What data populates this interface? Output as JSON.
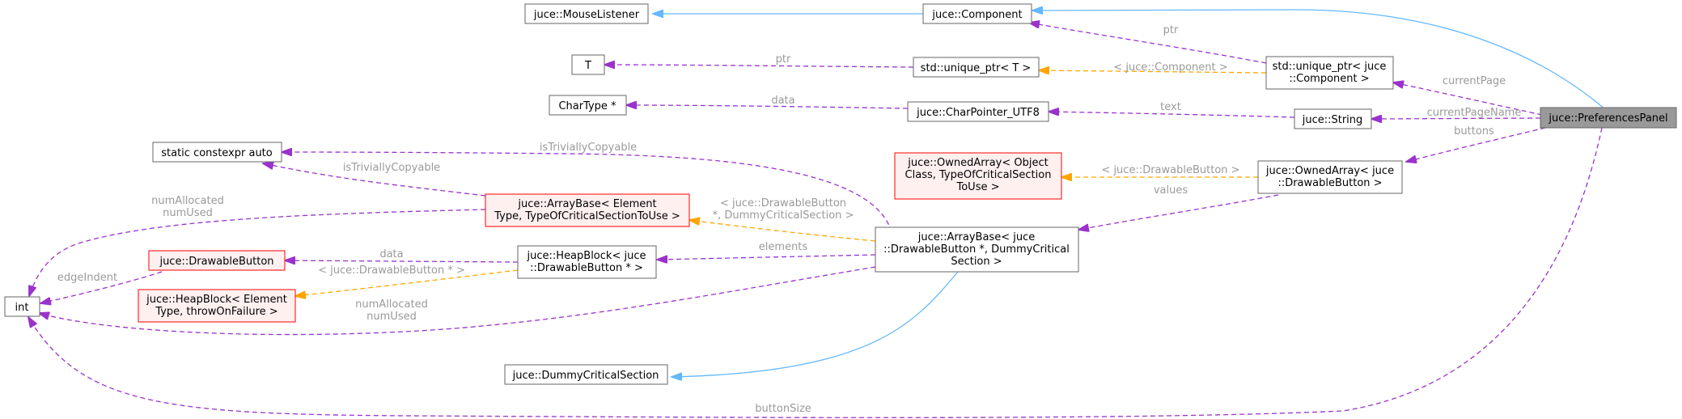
{
  "nodes": {
    "mouse_listener": "juce::MouseListener",
    "component": "juce::Component",
    "t": "T",
    "unique_ptr_t": "std::unique_ptr< T >",
    "unique_ptr_component": [
      "std::unique_ptr< juce",
      "::Component >"
    ],
    "chartype": "CharType *",
    "charpointer": "juce::CharPointer_UTF8",
    "string": "juce::String",
    "preferences_panel": "juce::PreferencesPanel",
    "constexpr_auto": "static constexpr auto",
    "ownedarray_object": [
      "juce::OwnedArray< Object",
      "Class, TypeOfCriticalSection",
      "ToUse >"
    ],
    "ownedarray_drawable": [
      "juce::OwnedArray< juce",
      "::DrawableButton >"
    ],
    "arraybase_element": [
      "juce::ArrayBase< Element",
      "Type, TypeOfCriticalSectionToUse >"
    ],
    "arraybase_drawable": [
      "juce::ArrayBase< juce",
      "::DrawableButton *, DummyCritical",
      "Section >"
    ],
    "drawable_button": "juce::DrawableButton",
    "heapblock_drawable": [
      "juce::HeapBlock< juce",
      "::DrawableButton * >"
    ],
    "heapblock_element": [
      "juce::HeapBlock< Element",
      "Type, throwOnFailure >"
    ],
    "int": "int",
    "dummy_critical": "juce::DummyCriticalSection"
  },
  "edge_labels": {
    "ptr_component": "ptr",
    "ptr_t": "ptr",
    "tpl_component": "< juce::Component >",
    "current_page": "currentPage",
    "data_chartype": "data",
    "text": "text",
    "current_page_name": "currentPageName",
    "buttons": "buttons",
    "is_trivially_copyable_1": "isTriviallyCopyable",
    "is_trivially_copyable_2": "isTriviallyCopyable",
    "tpl_drawable_button": "< juce::DrawableButton >",
    "values": "values",
    "num_allocated_1": [
      "numAllocated",
      "numUsed"
    ],
    "tpl_arraybase": [
      "< juce::DrawableButton",
      "*, DummyCriticalSection >"
    ],
    "data_heap": "data",
    "elements": "elements",
    "edge_indent": "edgeIndent",
    "tpl_heapblock": "< juce::DrawableButton * >",
    "num_allocated_2": [
      "numAllocated",
      "numUsed"
    ],
    "button_size": "buttonSize"
  },
  "colors": {
    "inheritance": "#63b8ff",
    "usage": "#9a32cd",
    "template": "#ffa500",
    "focus_node": "#999999",
    "incomplete_node_border": "#ff0000"
  }
}
